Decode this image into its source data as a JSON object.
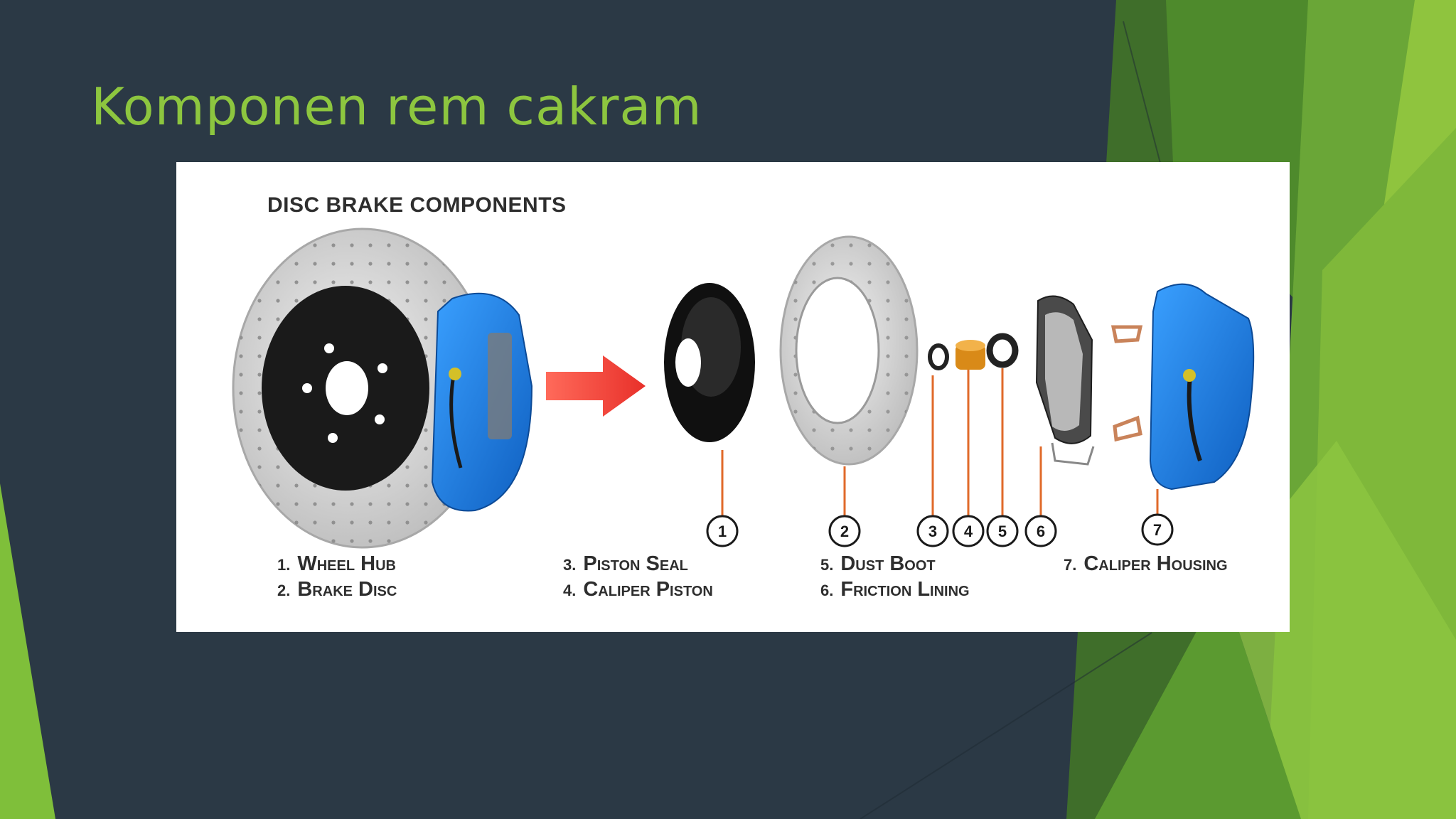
{
  "slide": {
    "title": "Komponen rem cakram",
    "accent_color": "#8dc63f",
    "background_color": "#2b3945"
  },
  "figure": {
    "heading": "DISC BRAKE COMPONENTS",
    "callouts": [
      "1",
      "2",
      "3",
      "4",
      "5",
      "6",
      "7"
    ],
    "legend": [
      {
        "num": "1.",
        "label": "Wheel Hub"
      },
      {
        "num": "2.",
        "label": "Brake Disc"
      },
      {
        "num": "3.",
        "label": "Piston Seal"
      },
      {
        "num": "4.",
        "label": "Caliper Piston"
      },
      {
        "num": "5.",
        "label": "Dust Boot"
      },
      {
        "num": "6.",
        "label": "Friction Lining"
      },
      {
        "num": "7.",
        "label": "Caliper Housing"
      }
    ],
    "colors": {
      "caliper": "#1e7ee0",
      "arrow": "#e8302a",
      "leader": "#e06a2a"
    }
  }
}
